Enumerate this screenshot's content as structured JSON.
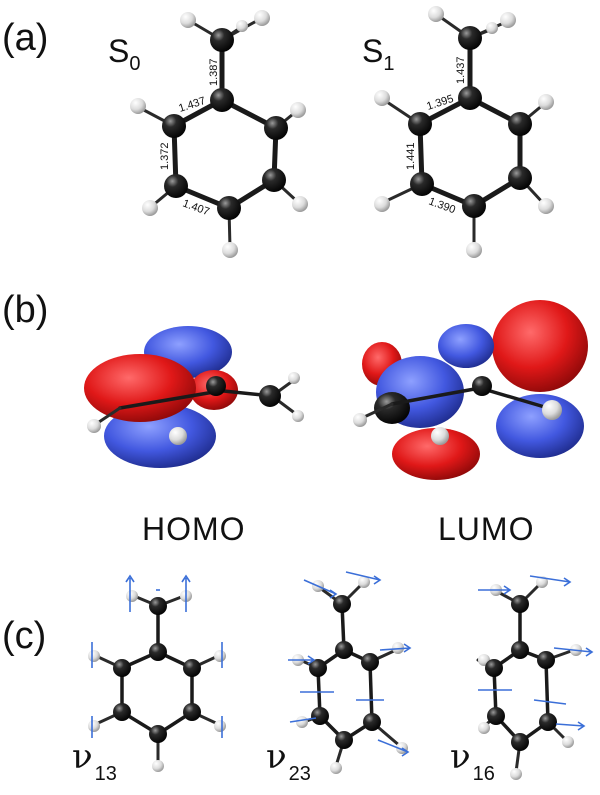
{
  "panels": {
    "a": {
      "label": "(a)",
      "s0": {
        "state": "S",
        "sub": "0",
        "bonds": [
          "1.387",
          "1.437",
          "1.372",
          "1.407"
        ]
      },
      "s1": {
        "state": "S",
        "sub": "1",
        "bonds": [
          "1.437",
          "1.395",
          "1.441",
          "1.390"
        ]
      }
    },
    "b": {
      "label": "(b)",
      "homo": "HOMO",
      "lumo": "LUMO",
      "colors": {
        "positive": "#e02020",
        "negative": "#4a62e0"
      }
    },
    "c": {
      "label": "(c)",
      "modes": [
        {
          "symbol": "ν",
          "sub": "13"
        },
        {
          "symbol": "ν",
          "sub": "23"
        },
        {
          "symbol": "ν",
          "sub": "16"
        }
      ],
      "arrow_color": "#3b6fd8"
    }
  }
}
